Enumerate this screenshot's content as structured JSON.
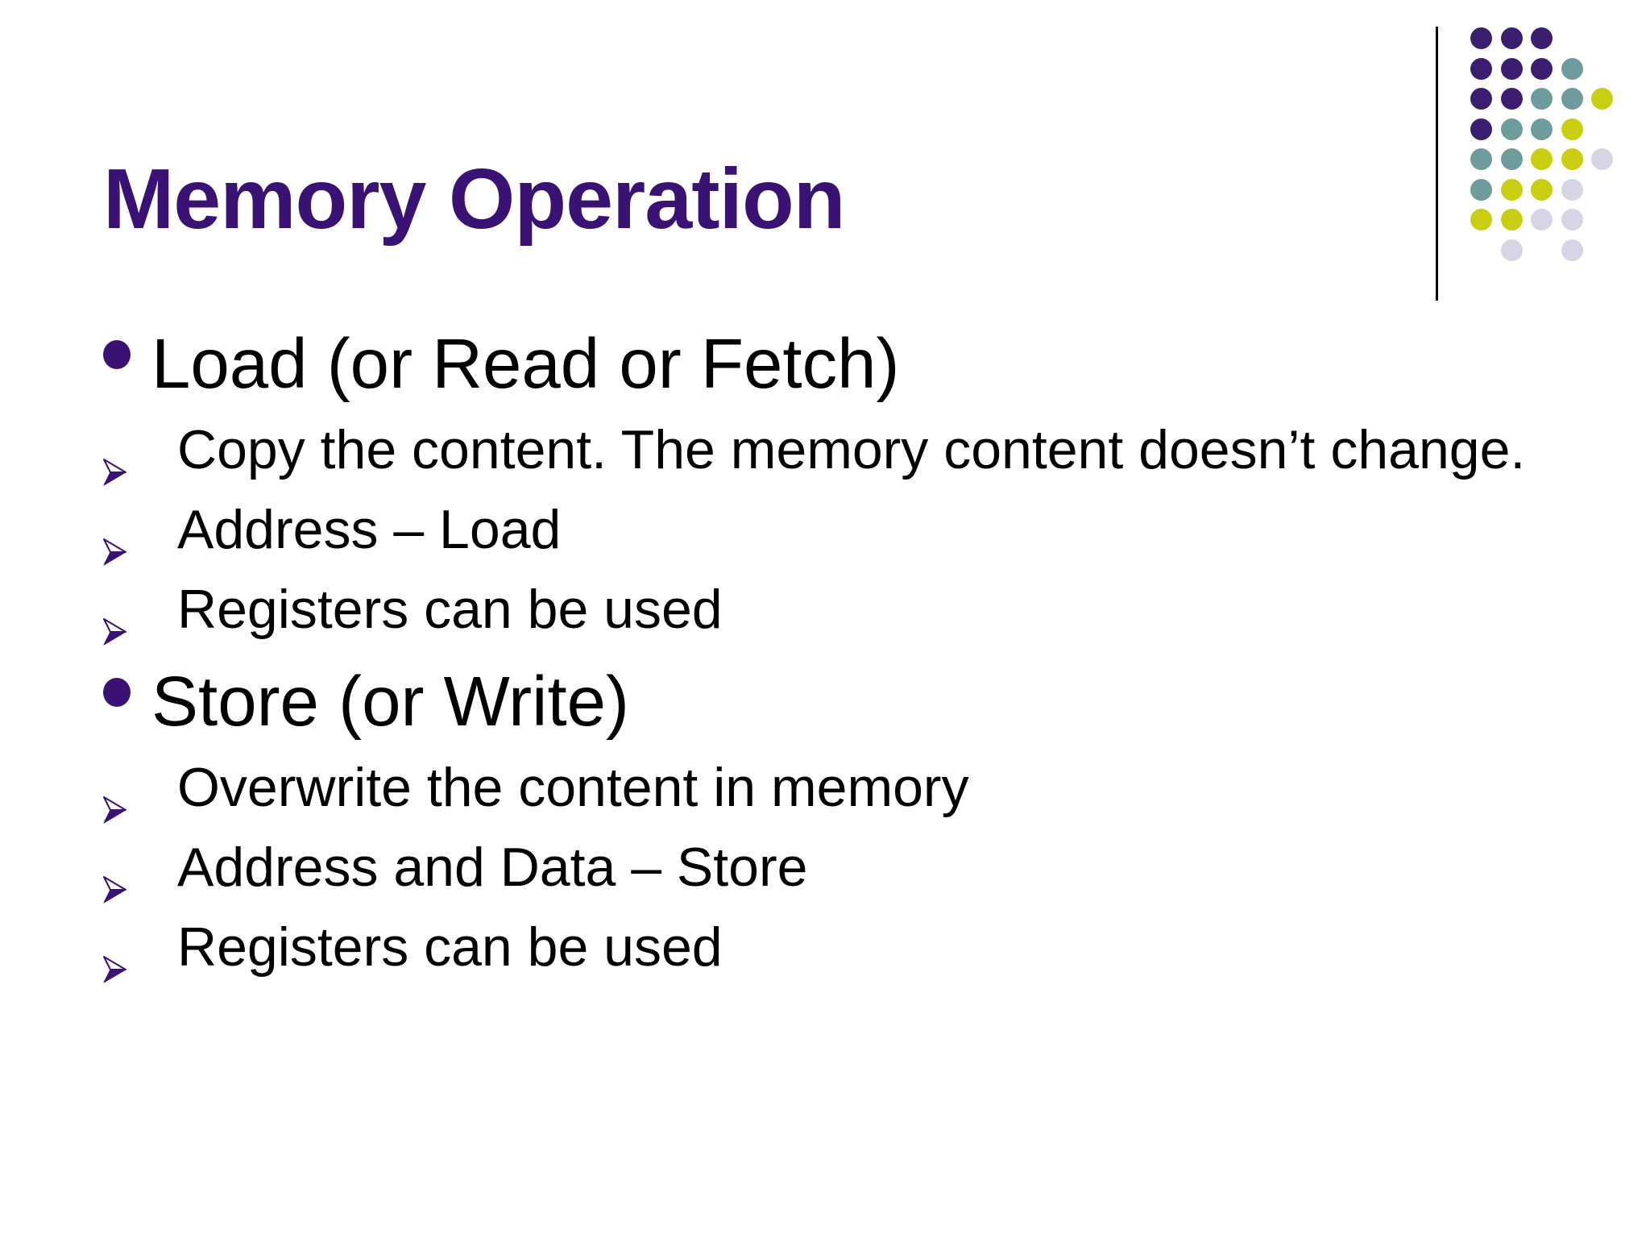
{
  "slide": {
    "title": "Memory Operation",
    "sections": [
      {
        "heading": "Load (or Read or Fetch)",
        "points": [
          "Copy the content. The memory content doesn’t change.",
          "Address – Load",
          "Registers can be used"
        ]
      },
      {
        "heading": "Store (or Write)",
        "points": [
          "Overwrite the content in memory",
          "Address and Data – Store",
          "Registers can be used"
        ]
      }
    ],
    "colors": {
      "background": "#FFFFFF",
      "title_text": "#3A1273",
      "body_text": "#000000",
      "bullet_purple": "#3A1273",
      "rule_line": "#000000",
      "dot_purple": "#3B1E70",
      "dot_teal": "#6E9C9C",
      "dot_yellow": "#C9CE12",
      "dot_lavender": "#D5D5E5"
    },
    "decoration": {
      "dot_grid": [
        [
          "purple",
          "purple",
          "purple",
          null,
          null
        ],
        [
          "purple",
          "purple",
          "purple",
          "teal",
          null
        ],
        [
          "purple",
          "purple",
          "teal",
          "teal",
          "yellow"
        ],
        [
          "purple",
          "teal",
          "teal",
          "yellow",
          null
        ],
        [
          "teal",
          "teal",
          "yellow",
          "yellow",
          "lavender"
        ],
        [
          "teal",
          "yellow",
          "yellow",
          "lavender",
          null
        ],
        [
          "yellow",
          "yellow",
          "lavender",
          "lavender",
          null
        ],
        [
          null,
          "lavender",
          null,
          "lavender",
          null
        ]
      ]
    }
  }
}
